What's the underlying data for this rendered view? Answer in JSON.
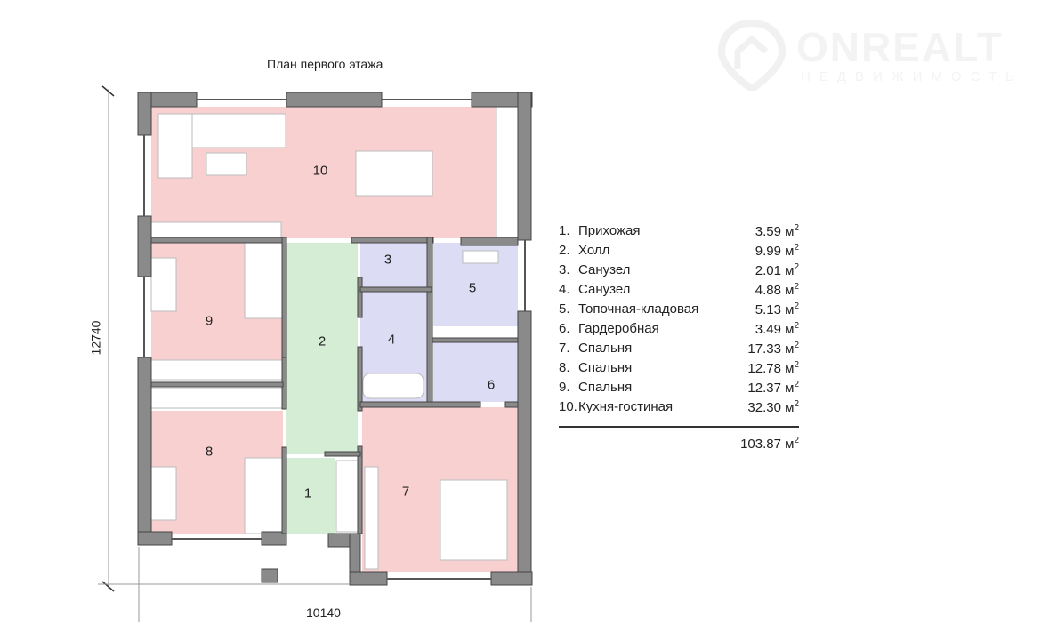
{
  "title": "План первого этажа",
  "dimensions": {
    "width": "10140",
    "height": "12740"
  },
  "watermark": {
    "brand": "ONREALT",
    "tagline": "НЕДВИЖИМОСТЬ"
  },
  "colors": {
    "living": "#f9d0d0",
    "hall": "#d5edd5",
    "service": "#dcdcf5",
    "wall": "#8a8a8a"
  },
  "area_unit": "м",
  "rooms": [
    {
      "no": "1.",
      "label": "1",
      "name": "Прихожая",
      "area": "3.59"
    },
    {
      "no": "2.",
      "label": "2",
      "name": "Холл",
      "area": "9.99"
    },
    {
      "no": "3.",
      "label": "3",
      "name": "Санузел",
      "area": "2.01"
    },
    {
      "no": "4.",
      "label": "4",
      "name": "Санузел",
      "area": "4.88"
    },
    {
      "no": "5.",
      "label": "5",
      "name": "Топочная-кладовая",
      "area": "5.13"
    },
    {
      "no": "6.",
      "label": "6",
      "name": "Гардеробная",
      "area": "3.49"
    },
    {
      "no": "7.",
      "label": "7",
      "name": "Спальня",
      "area": "17.33"
    },
    {
      "no": "8.",
      "label": "8",
      "name": "Спальня",
      "area": "12.78"
    },
    {
      "no": "9.",
      "label": "9",
      "name": "Спальня",
      "area": "12.37"
    },
    {
      "no": "10.",
      "label": "10",
      "name": "Кухня-гостиная",
      "area": "32.30"
    }
  ],
  "total_area": "103.87"
}
